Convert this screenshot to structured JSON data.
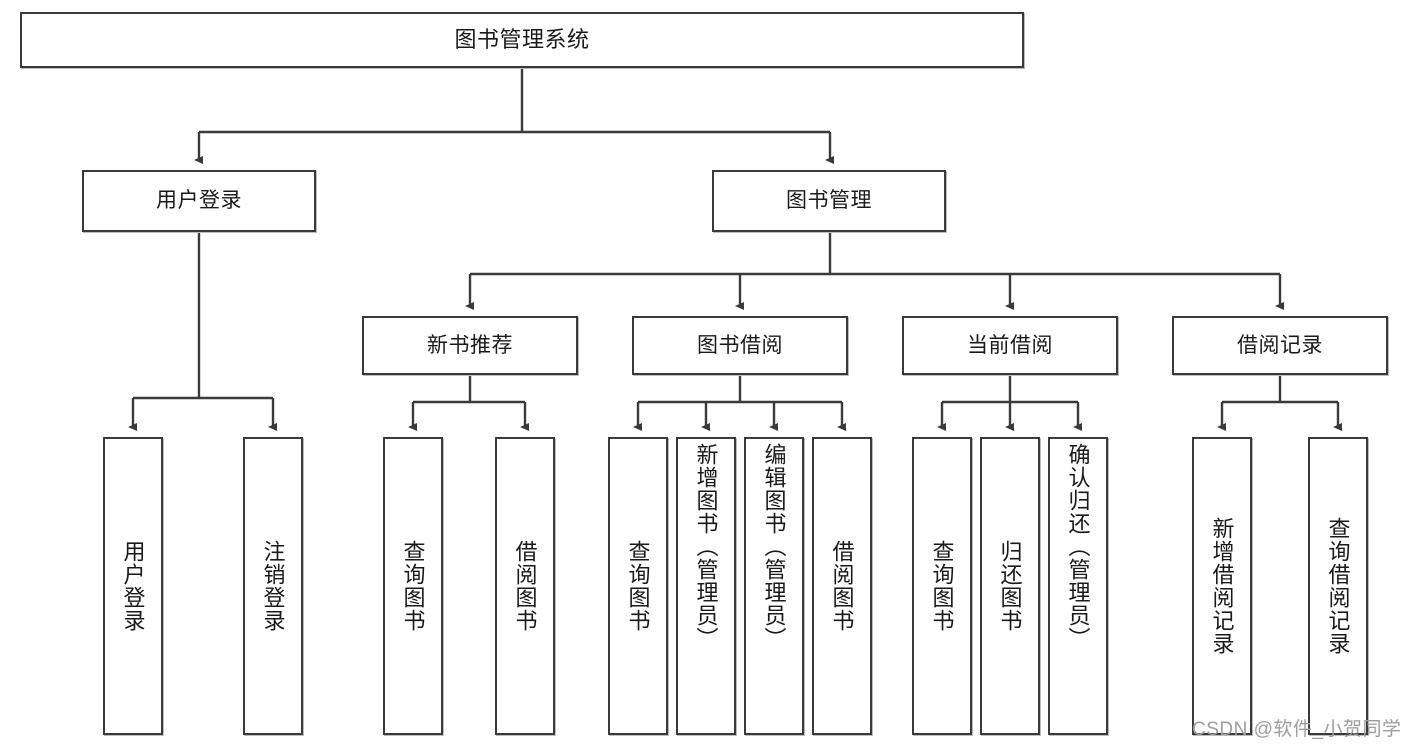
{
  "diagram": {
    "title": "图书管理系统",
    "type": "hierarchy-tree",
    "root": {
      "label": "图书管理系统"
    },
    "level2": [
      {
        "label": "用户登录"
      },
      {
        "label": "图书管理"
      }
    ],
    "level3": [
      {
        "label": "新书推荐"
      },
      {
        "label": "图书借阅"
      },
      {
        "label": "当前借阅"
      },
      {
        "label": "借阅记录"
      }
    ],
    "leaves": {
      "user_login": [
        {
          "label": "用户登录"
        },
        {
          "label": "注销登录"
        }
      ],
      "new_book_recommend": [
        {
          "label": "查询图书"
        },
        {
          "label": "借阅图书"
        }
      ],
      "book_borrow": [
        {
          "label": "查询图书"
        },
        {
          "label": "新增图书（管理员）"
        },
        {
          "label": "编辑图书（管理员）"
        },
        {
          "label": "借阅图书"
        }
      ],
      "current_borrow": [
        {
          "label": "查询图书"
        },
        {
          "label": "归还图书"
        },
        {
          "label": "确认归还（管理员）"
        }
      ],
      "borrow_record": [
        {
          "label": "新增借阅记录"
        },
        {
          "label": "查询借阅记录"
        }
      ]
    }
  },
  "watermark": {
    "text": "CSDN @软件_小贺同学"
  },
  "colors": {
    "border": "#3a3a3a",
    "text": "#1a1a1a",
    "background": "#ffffff",
    "watermark": "#9d9d9d"
  }
}
